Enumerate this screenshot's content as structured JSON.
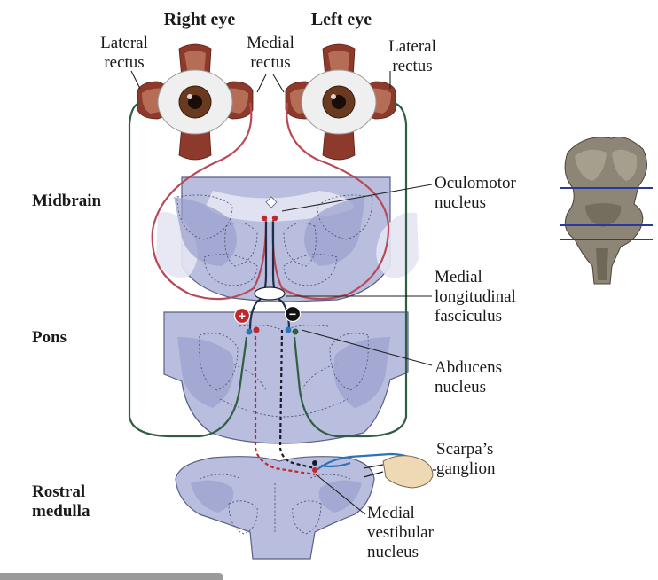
{
  "labels": {
    "right_eye": "Right eye",
    "left_eye": "Left eye",
    "lateral_rectus_right_line1": "Lateral",
    "lateral_rectus_right_line2": "rectus",
    "medial_rectus_line1": "Medial",
    "medial_rectus_line2": "rectus",
    "lateral_rectus_left_line1": "Lateral",
    "lateral_rectus_left_line2": "rectus",
    "midbrain": "Midbrain",
    "pons": "Pons",
    "rostral_medulla_line1": "Rostral",
    "rostral_medulla_line2": "medulla",
    "oculomotor_line1": "Oculomotor",
    "oculomotor_line2": "nucleus",
    "mlf_line1": "Medial",
    "mlf_line2": "longitudinal",
    "mlf_line3": "fasciculus",
    "abducens_line1": "Abducens",
    "abducens_line2": "nucleus",
    "scarpa_line1": "Scarpa’s",
    "scarpa_line2": "ganglion",
    "mvn_line1": "Medial",
    "mvn_line2": "vestibular",
    "mvn_line3": "nucleus"
  },
  "signs": {
    "excitatory": "+",
    "inhibitory": "−"
  },
  "colors": {
    "excitatory_red": "#c0282e",
    "inhibitory_dark": "#1a1a2a",
    "oculomotor_path": "#b84a58",
    "abducens_path": "#2f5e40",
    "vestibular_path": "#2c74b8",
    "mlf_path": "#1c2e4a",
    "section_plane": "#2a3a9c"
  }
}
